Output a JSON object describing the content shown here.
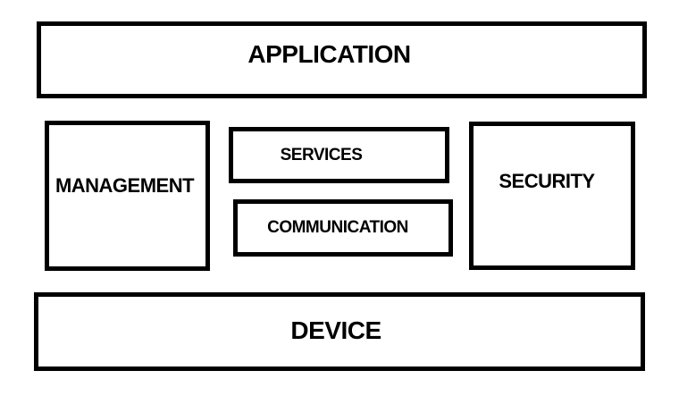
{
  "diagram": {
    "background_color": "#ffffff",
    "border_color": "#000000",
    "text_color": "#000000",
    "blocks": [
      {
        "id": "application",
        "label": "APPLICATION"
      },
      {
        "id": "management",
        "label": "MANAGEMENT"
      },
      {
        "id": "services",
        "label": "SERVICES"
      },
      {
        "id": "communication",
        "label": "COMMUNICATION"
      },
      {
        "id": "security",
        "label": "SECURITY"
      },
      {
        "id": "device",
        "label": "DEVICE"
      }
    ]
  }
}
